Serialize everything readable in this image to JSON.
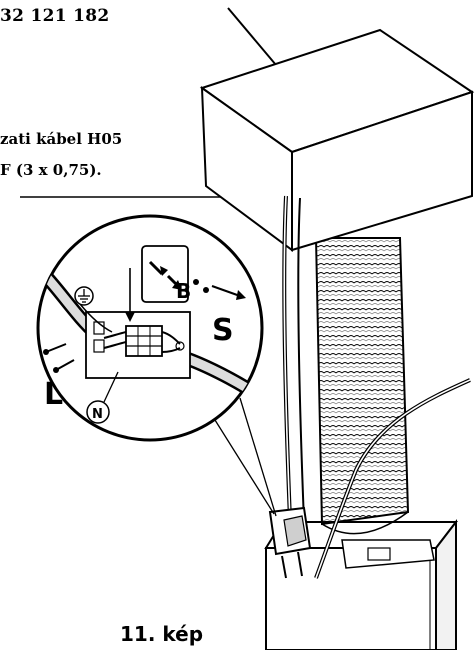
{
  "texts": {
    "part_code": "32 121 182",
    "cable_line1": "zati kábel H05",
    "cable_line2": "F (3 x 0,75).",
    "figure_label": "11. kép"
  },
  "labels": {
    "b": "B",
    "s": "S",
    "l": "L",
    "n": "N"
  },
  "colors": {
    "line": "#000000",
    "background": "#ffffff",
    "shade": "#dddddd"
  }
}
